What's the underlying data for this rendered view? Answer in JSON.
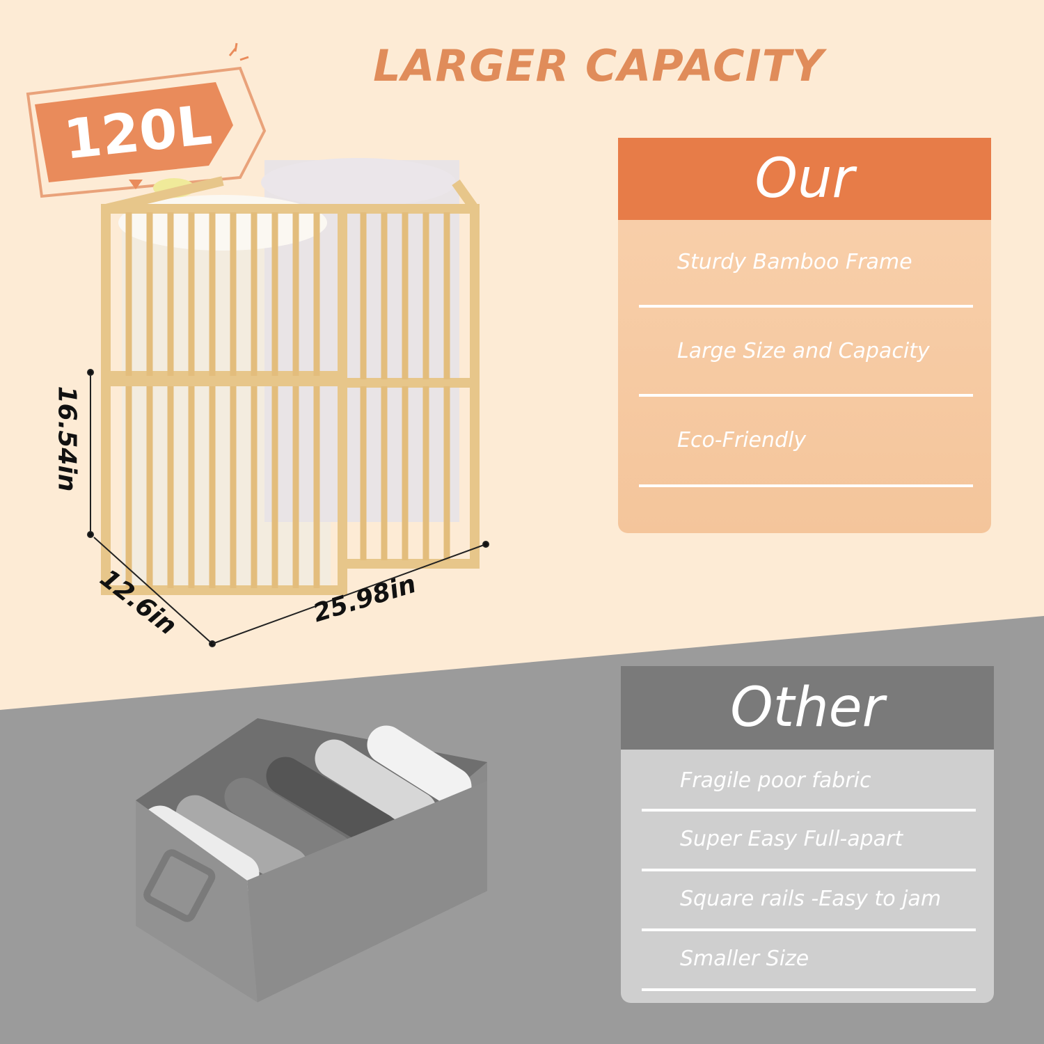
{
  "headline": "LARGER CAPACITY",
  "badge": "120L",
  "dimensions": {
    "height": "16.54in",
    "depth": "12.6in",
    "width": "25.98in"
  },
  "our": {
    "title": "Our",
    "features": [
      "Sturdy Bamboo Frame",
      "Large Size and Capacity",
      "Eco-Friendly"
    ]
  },
  "other": {
    "title": "Other",
    "features": [
      "Fragile poor fabric",
      "Super Easy Full-apart",
      "Square rails -Easy to jam",
      "Smaller Size"
    ]
  },
  "colors": {
    "top_background": "#fdebd5",
    "bottom_background": "#9a9a9a",
    "accent_orange": "#e77c48",
    "headline_orange": "#e08c5a",
    "bamboo": "#e7c68a",
    "other_header": "#7a7a7a"
  }
}
